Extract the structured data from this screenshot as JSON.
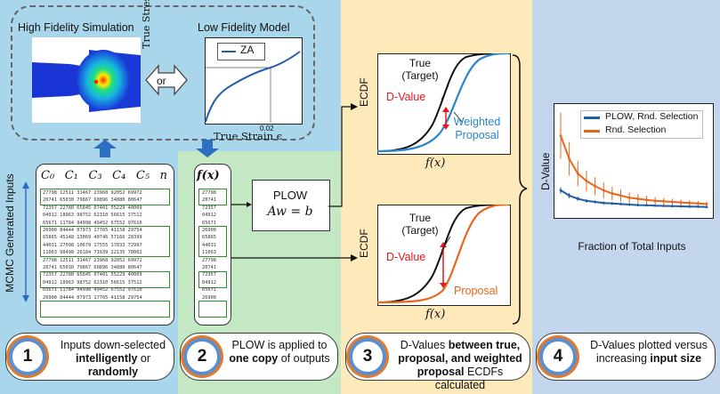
{
  "colors": {
    "panel_1": "#a9d6ea",
    "panel_2": "#c5e8c4",
    "panel_3": "#fde9b9",
    "panel_4": "#c4d6ee",
    "plow_series": "#1f5ea8",
    "random_series": "#e8661c",
    "dvalue_red": "#e5171c",
    "weighted_blue": "#2a85c8",
    "step_ring_inner": "#5b8fcf",
    "step_ring_outer": "#e07a2e"
  },
  "models": {
    "high_fidelity_title": "High Fidelity Simulation",
    "low_fidelity_title": "Low Fidelity Model",
    "or_label": "or",
    "legend_za": "ZA",
    "y_axis_label": "True Stress σ",
    "x_axis_label": "True Strain ϵ",
    "x_tick": "0.02"
  },
  "inputs": {
    "side_label": "MCMC Generated Inputs",
    "headers": [
      "C₀",
      "C₁",
      "C₃",
      "C₄",
      "C₅",
      "n"
    ],
    "table_text": "27798 12511 31467 23968 92052 69972\n20741 65030 79867 60896 34880 80647\n72357 22780 65845 07401 55229 40009\n04912 18963 98752 62310 56615 37512\n65671 11784 94998 49452 67552 97610\n26900 84444 07973 17765 41158 29754\n65865 45148 13069 40746 57166 28399\n44031 27098 10679 17555 17833 72997\n11063 98498 26184 71939 22135 78002\n27798 12511 31467 23968 92052 69972\n20741 65030 79867 60896 34880 80647\n72357 22780 65845 07401 55229 40009\n04912 18963 98752 62310 56615 37512\n65671 11784 94998 49452 67552 97610\n26900 84444 07973 17765 41158 29754"
  },
  "outputs": {
    "header": "f(x)",
    "table_text": "27798\n20741\n72357\n04912\n65671\n26900\n65865\n44031\n11063\n27798\n20741\n72357\n04912\n65671\n26900"
  },
  "plow": {
    "label": "PLOW",
    "equation": "Aw = b"
  },
  "ecdf": {
    "ylabel": "ECDF",
    "xlabel": "f(x)",
    "target_label": "True (Target)",
    "dvalue_label": "D-Value",
    "weighted_label": "Weighted Proposal",
    "proposal_label": "Proposal"
  },
  "steps": [
    {
      "num": "1",
      "t1": "Inputs down-selected ",
      "b1": "intelligently",
      "t2": " or ",
      "b2": "randomly"
    },
    {
      "num": "2",
      "t1": "PLOW is applied to ",
      "b1": "one copy",
      "t2": " of outputs"
    },
    {
      "num": "3",
      "t1": "D-Values ",
      "b1": "between true, proposal, and weighted proposal",
      "t2": " ECDFs calculated"
    },
    {
      "num": "4",
      "t1": "D-Values plotted versus increasing ",
      "b1": "input size"
    }
  ],
  "chart_data": {
    "type": "line",
    "xlabel": "Fraction of Total Inputs",
    "ylabel": "D-Value",
    "x": [
      1,
      2,
      3,
      4,
      5,
      6,
      7,
      8,
      9,
      10,
      11,
      12,
      13,
      14,
      15,
      16,
      17,
      18
    ],
    "ylim": [
      0,
      1
    ],
    "series": [
      {
        "name": "PLOW, Rnd. Selection",
        "color": "#1f5ea8",
        "values": [
          0.22,
          0.17,
          0.14,
          0.12,
          0.11,
          0.1,
          0.095,
          0.09,
          0.085,
          0.08,
          0.078,
          0.075,
          0.072,
          0.07,
          0.068,
          0.066,
          0.064,
          0.062
        ],
        "errors": [
          0.03,
          0.025,
          0.02,
          0.018,
          0.015,
          0.014,
          0.013,
          0.012,
          0.011,
          0.01,
          0.01,
          0.009,
          0.009,
          0.008,
          0.008,
          0.008,
          0.007,
          0.007
        ]
      },
      {
        "name": "Rnd. Selection",
        "color": "#e8661c",
        "values": [
          0.74,
          0.52,
          0.38,
          0.31,
          0.26,
          0.22,
          0.19,
          0.17,
          0.15,
          0.14,
          0.13,
          0.12,
          0.115,
          0.11,
          0.105,
          0.1,
          0.095,
          0.09
        ],
        "errors": [
          0.22,
          0.16,
          0.12,
          0.1,
          0.085,
          0.075,
          0.065,
          0.058,
          0.05,
          0.045,
          0.04,
          0.036,
          0.032,
          0.03,
          0.028,
          0.026,
          0.024,
          0.022
        ]
      }
    ]
  }
}
